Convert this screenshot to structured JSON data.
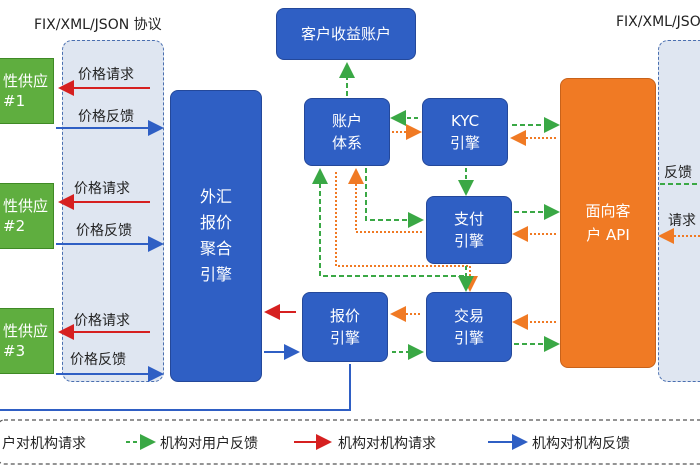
{
  "protocol_left": "FIX/XML/JSON 协议",
  "protocol_right": "FIX/XML/JSON",
  "suppliers": [
    {
      "line1": "性供应",
      "line2": "#1"
    },
    {
      "line1": "性供应",
      "line2": "#2"
    },
    {
      "line1": "性供应",
      "line2": "#3"
    }
  ],
  "price_request": "价格请求",
  "price_feedback": "价格反馈",
  "fx_engine": "外汇报价聚合引擎",
  "fx_engine_lines": [
    "外汇",
    "报价",
    "聚合",
    "引擎"
  ],
  "customer_account": "客户收益账户",
  "account_system": [
    "账户",
    "体系"
  ],
  "kyc_engine": [
    "KYC",
    "引擎"
  ],
  "payment_engine": [
    "支付",
    "引擎"
  ],
  "quote_engine": [
    "报价",
    "引擎"
  ],
  "trade_engine": [
    "交易",
    "引擎"
  ],
  "client_api": [
    "面向客",
    "户 API"
  ],
  "right_labels": {
    "feedback": "反馈",
    "request": "请求"
  },
  "legend": [
    {
      "text": "户对机构请求",
      "color": "#f07a24",
      "style": "dotted"
    },
    {
      "text": "机构对用户反馈",
      "color": "#3aa845",
      "style": "dashed"
    },
    {
      "text": "机构对机构请求",
      "color": "#d62020",
      "style": "solid"
    },
    {
      "text": "机构对机构反馈",
      "color": "#2f5fc4",
      "style": "solid"
    }
  ],
  "colors": {
    "supplier_green": "#5fae3f",
    "engine_blue": "#2f5fc4",
    "api_orange": "#f07a24",
    "request_red": "#d62020",
    "feedback_blue": "#2f5fc4",
    "user_feedback_green": "#3aa845",
    "user_request_orange": "#f07a24"
  }
}
